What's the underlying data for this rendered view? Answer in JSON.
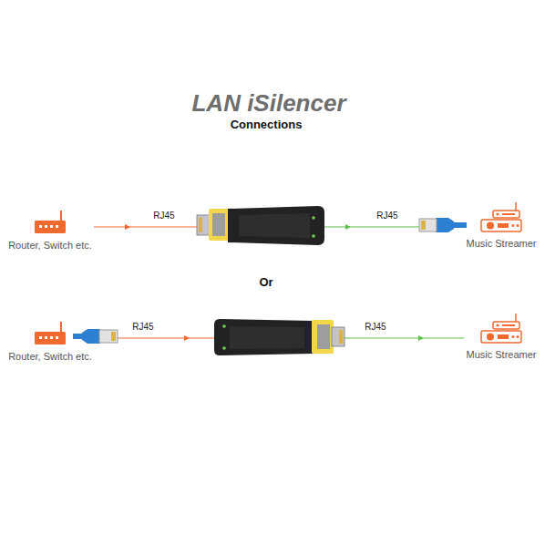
{
  "diagram": {
    "title": "LAN iSilencer",
    "nodes": [
      {
        "text": [
          "Router, Switch etc."
        ]
      },
      {
        "text": [
          "Music Streamer"
        ]
      },
      {
        "text": [
          "Router, Switch etc."
        ]
      },
      {
        "text": [
          "Music Streamer"
        ]
      }
    ],
    "edges": [
      {
        "from": 0,
        "to": 1,
        "arrow": "to",
        "label": "RJ45"
      },
      {
        "from": 2,
        "to": 3,
        "arrow": "to",
        "label": "RJ45"
      }
    ],
    "labels": [
      "Connections",
      "RJ45",
      "Or",
      "RJ45"
    ]
  }
}
